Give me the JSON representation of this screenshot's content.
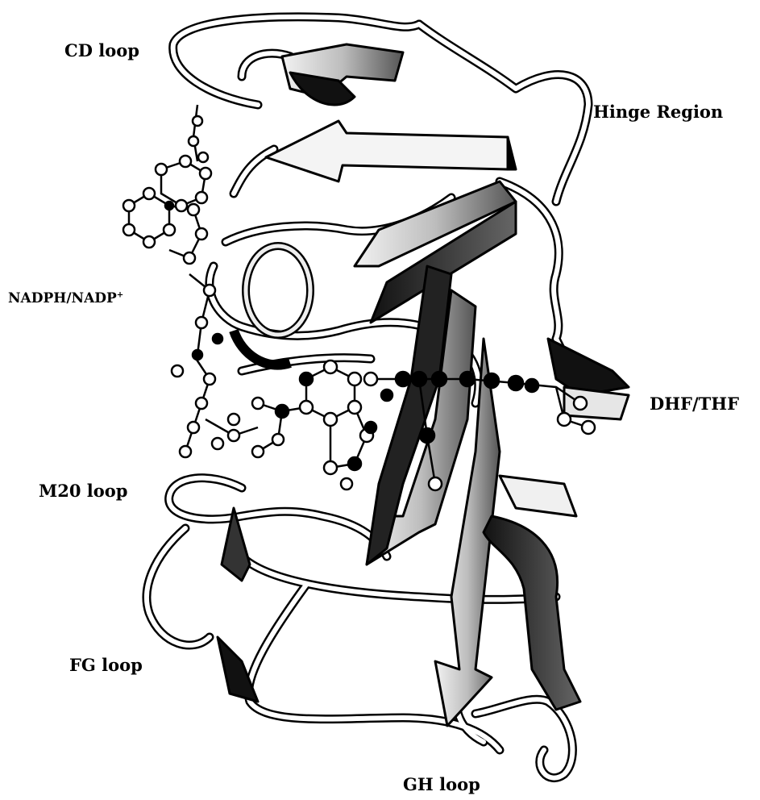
{
  "labels": {
    "cd_loop": "CD loop",
    "hinge_region": "Hinge Region",
    "nadph_main": "NADPH/NADP",
    "nadph_sup": "+",
    "dhf_thf": "DHF/THF",
    "m20_loop": "M20 loop",
    "fg_loop": "FG loop",
    "gh_loop": "GH loop"
  }
}
